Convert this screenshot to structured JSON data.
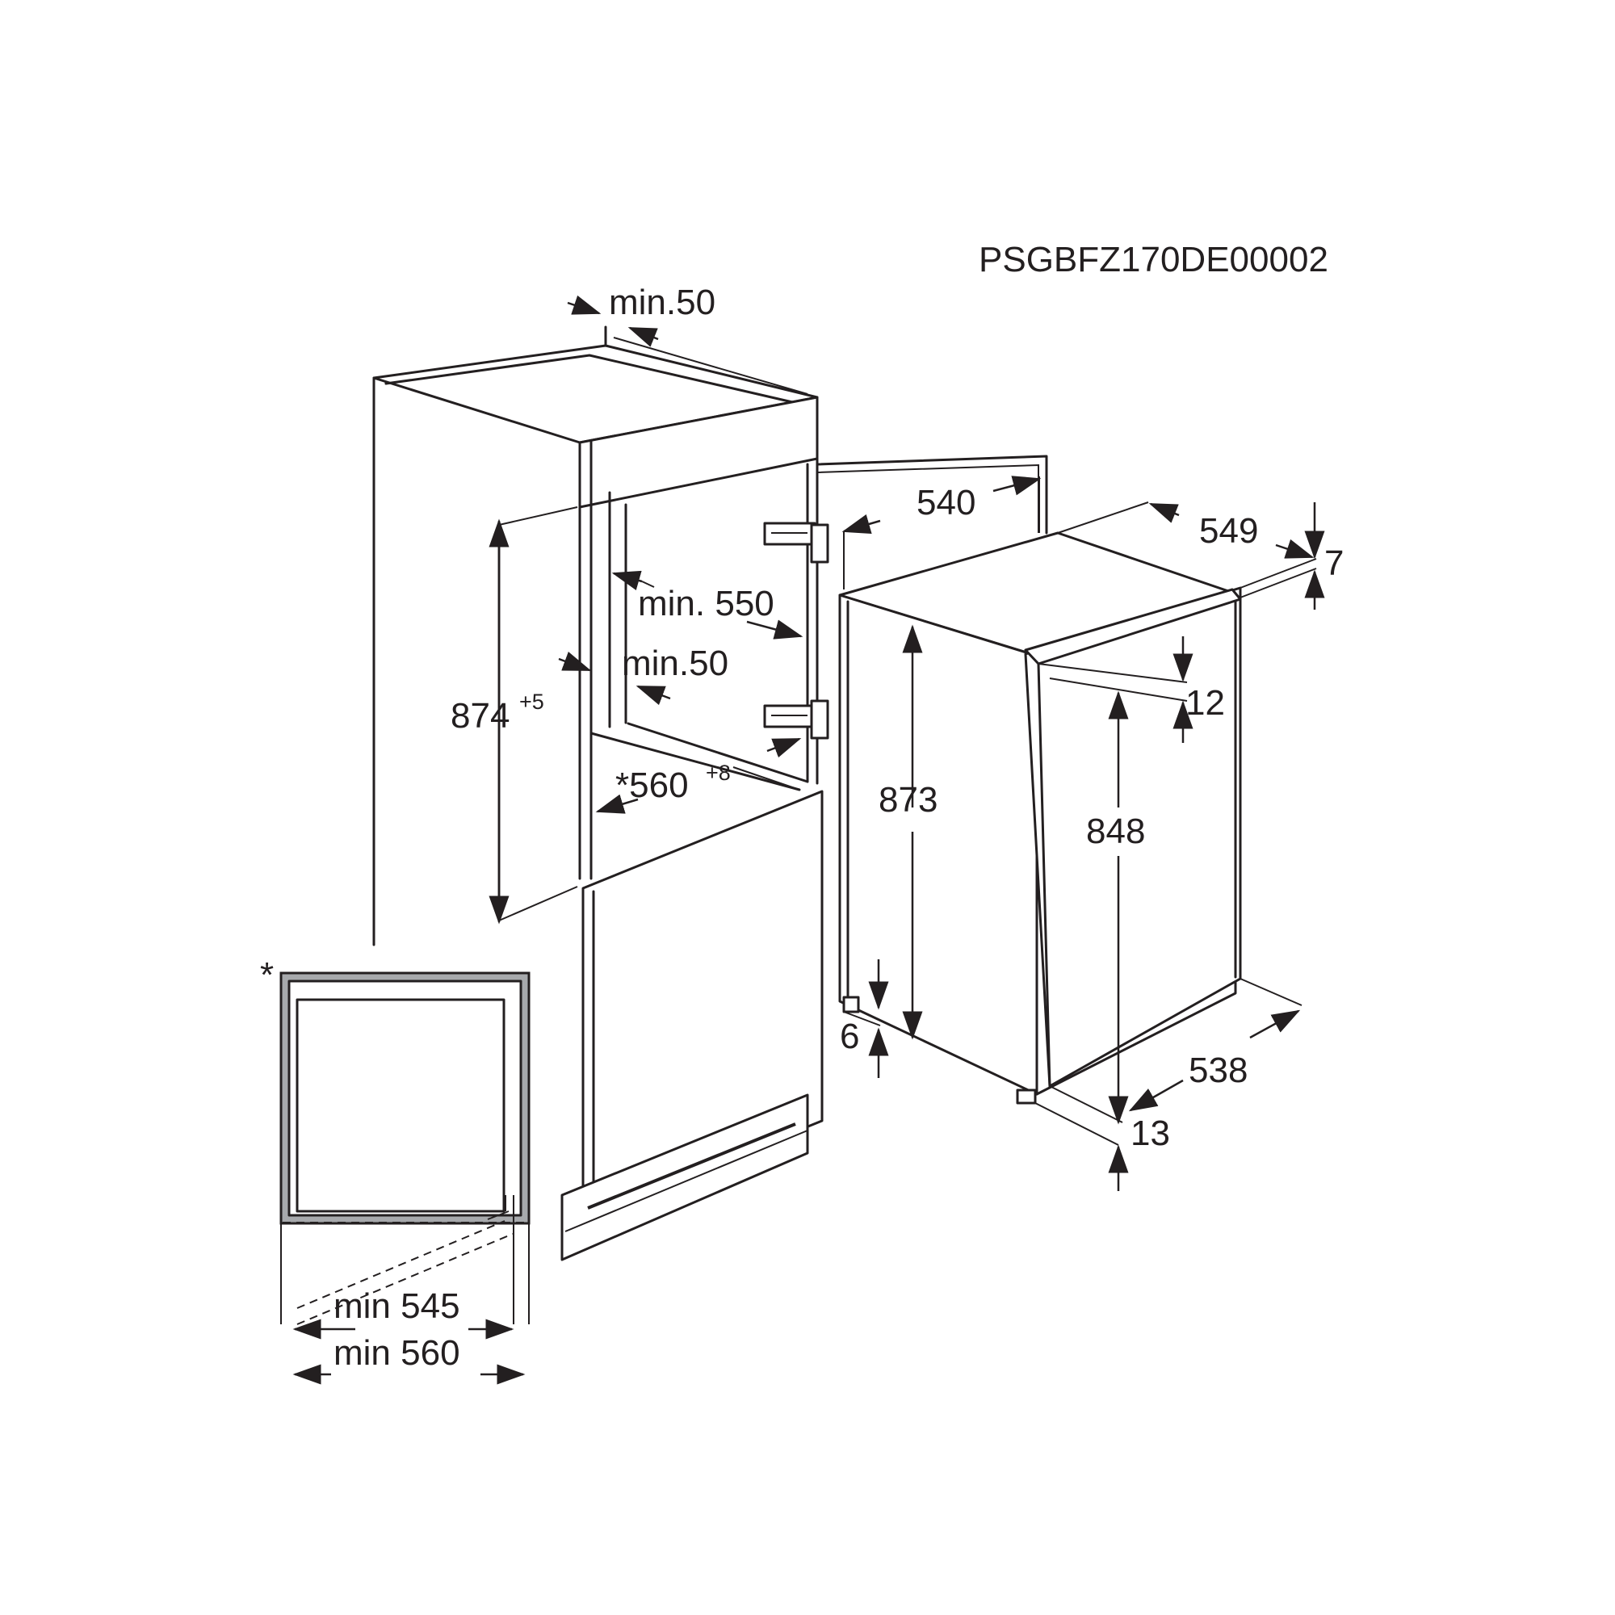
{
  "drawing": {
    "code": "PSGBFZ170DE00002",
    "colors": {
      "line": "#231f20",
      "gasket": "#a7a9ac",
      "background": "#ffffff"
    }
  },
  "niche": {
    "top_gap": "min.50",
    "depth_min": "min. 550",
    "side_gap": "min.50",
    "height_value": "874",
    "height_tolerance": "+5",
    "width_value": "*560",
    "width_tolerance": "+8"
  },
  "appliance": {
    "door_width": "540",
    "depth_total": "549",
    "top_offset": "7",
    "door_top_gap": "12",
    "height_body": "873",
    "height_door": "848",
    "foot_height": "6",
    "depth_body": "538",
    "door_bottom_gap": "13"
  },
  "plan_detail": {
    "footnote_marker": "*",
    "min_inner": "min 545",
    "min_outer": "min 560"
  }
}
